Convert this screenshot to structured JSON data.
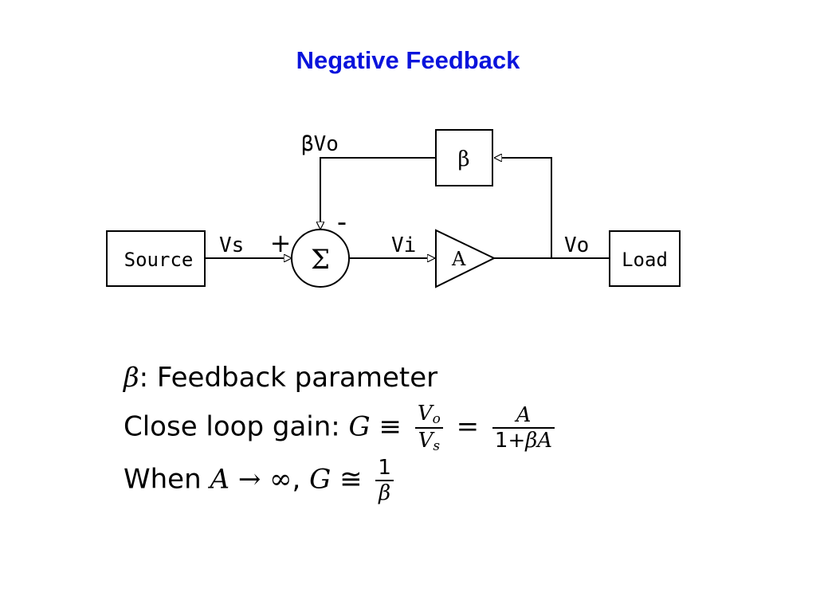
{
  "title": "Negative Feedback",
  "diagram": {
    "source_label": "Source",
    "load_label": "Load",
    "sum_symbol": "Σ",
    "amp_label": "A",
    "beta_label": "β",
    "vs_label": "Vs",
    "vi_label": "Vi",
    "vo_label": "Vo",
    "beta_vo_label": "βVo",
    "plus_sign": "+",
    "minus_sign": "-"
  },
  "equations": {
    "line1": {
      "beta": "β",
      "rest": ": Feedback parameter"
    },
    "line2": {
      "prefix": "Close loop gain: ",
      "G": "G",
      "equiv": "≡",
      "num1_V": "V",
      "num1_sub": "o",
      "den1_V": "V",
      "den1_sub": "s",
      "equals": "=",
      "num2": "A",
      "den2_one_plus": "1+",
      "den2_beta_a": "βA"
    },
    "line3": {
      "prefix": "When ",
      "A": "A",
      "arrow": "→",
      "inf": "∞",
      "comma": ", ",
      "G": "G",
      "approx": "≅",
      "num": "1",
      "den": "β"
    }
  }
}
